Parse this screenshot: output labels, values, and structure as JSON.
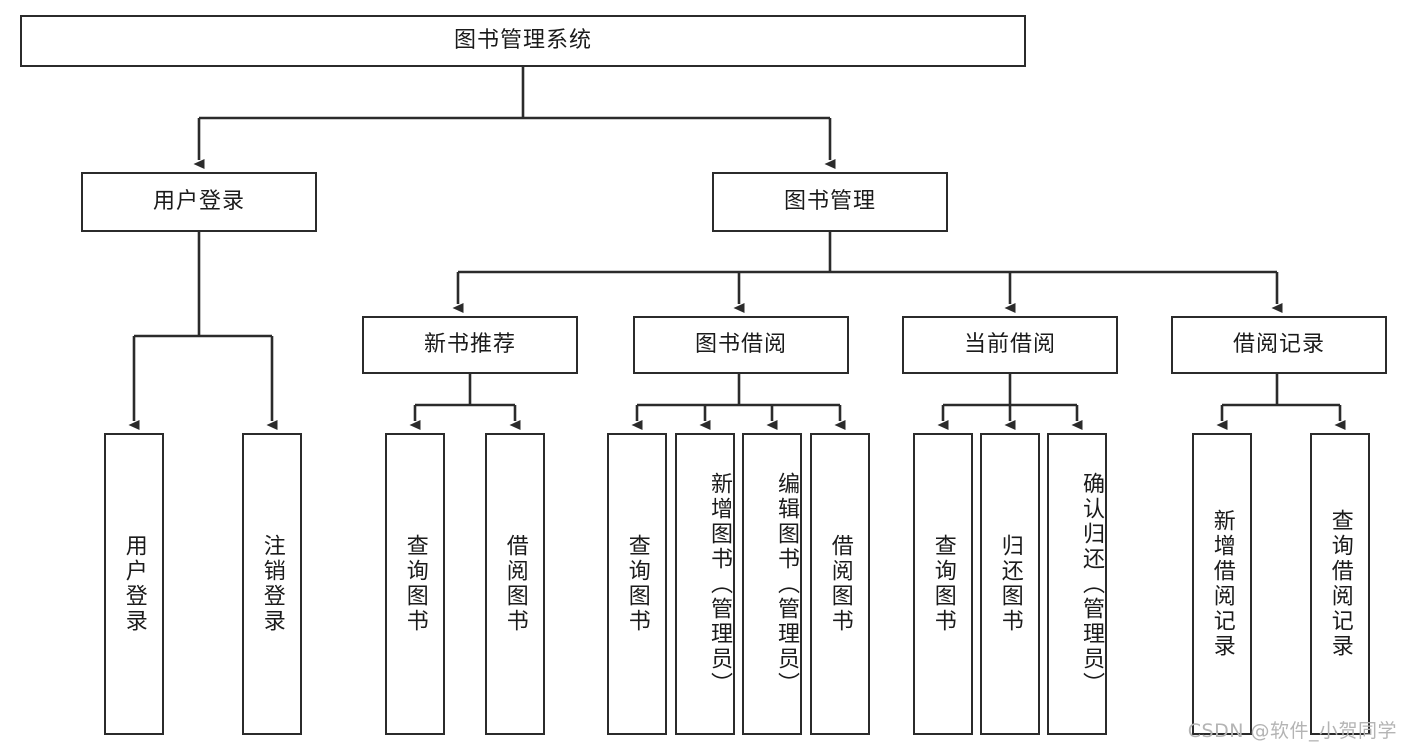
{
  "diagram": {
    "type": "tree-hierarchy",
    "title": "图书管理系统",
    "watermark": "CSDN @软件_小贺同学",
    "colors": {
      "box_border": "#2b2b2b",
      "box_fill": "#ffffff",
      "connector": "#2b2b2b",
      "text": "#1b1b1b",
      "watermark": "#b4b4b4",
      "background": "#ffffff"
    },
    "nodes": {
      "root": {
        "label": "图书管理系统"
      },
      "level2": [
        {
          "id": "user-login",
          "label": "用户登录"
        },
        {
          "id": "book-manage",
          "label": "图书管理"
        }
      ],
      "level3": [
        {
          "id": "new-book-recommend",
          "label": "新书推荐"
        },
        {
          "id": "book-borrow",
          "label": "图书借阅"
        },
        {
          "id": "current-borrow",
          "label": "当前借阅"
        },
        {
          "id": "borrow-record",
          "label": "借阅记录"
        }
      ],
      "leaves": {
        "user-login": [
          {
            "id": "leaf-user-login",
            "label": "用户登录"
          },
          {
            "id": "leaf-user-logout",
            "label": "注销登录"
          }
        ],
        "new-book-recommend": [
          {
            "id": "leaf-query-book-1",
            "label": "查询图书"
          },
          {
            "id": "leaf-borrow-book-1",
            "label": "借阅图书"
          }
        ],
        "book-borrow": [
          {
            "id": "leaf-query-book-2",
            "label": "查询图书"
          },
          {
            "id": "leaf-add-book",
            "label": "新增图书（管理员）"
          },
          {
            "id": "leaf-edit-book",
            "label": "编辑图书（管理员）"
          },
          {
            "id": "leaf-borrow-book-2",
            "label": "借阅图书"
          }
        ],
        "current-borrow": [
          {
            "id": "leaf-query-book-3",
            "label": "查询图书"
          },
          {
            "id": "leaf-return-book",
            "label": "归还图书"
          },
          {
            "id": "leaf-confirm-return",
            "label": "确认归还（管理员）"
          }
        ],
        "borrow-record": [
          {
            "id": "leaf-add-record",
            "label": "新增借阅记录"
          },
          {
            "id": "leaf-query-record",
            "label": "查询借阅记录"
          }
        ]
      }
    }
  }
}
